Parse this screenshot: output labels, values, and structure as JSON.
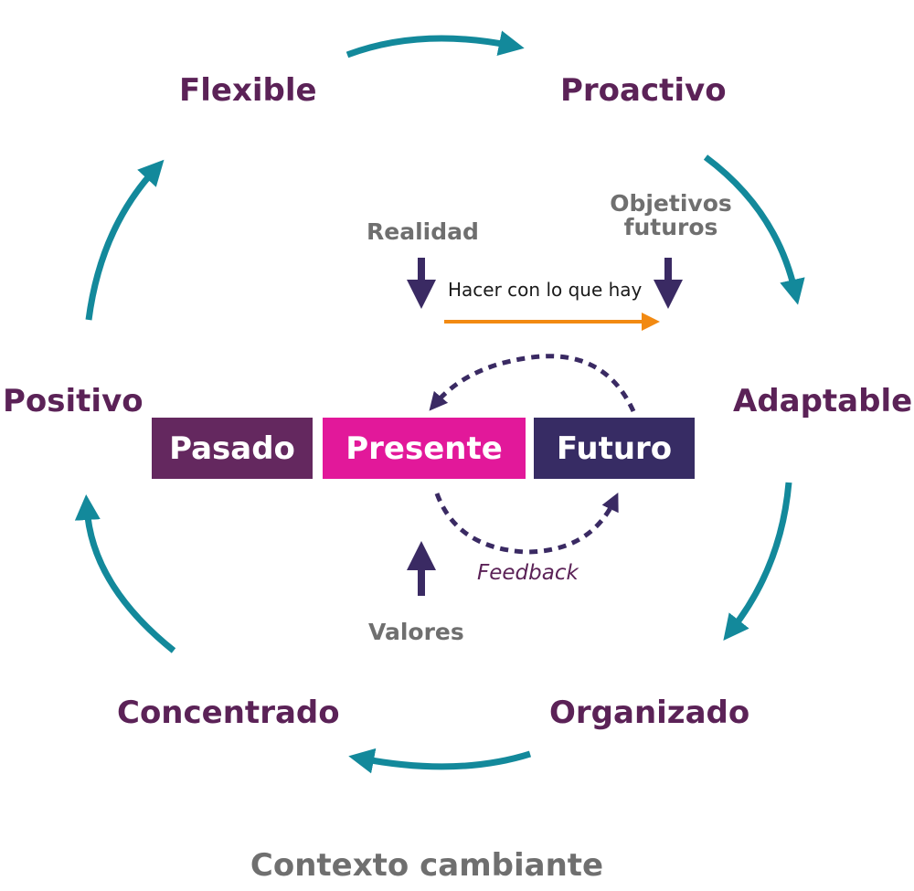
{
  "colors": {
    "ring_text": "#5b2257",
    "cycle_arrow": "#13899b",
    "grey_text": "#6f6f6f",
    "navy_arrow": "#3a2a63",
    "orange_arrow": "#f28a12",
    "pasado_bg": "#64285f",
    "presente_bg": "#e2189a",
    "futuro_bg": "#372c64",
    "feedback_text": "#5b2257"
  },
  "ring": {
    "flexible": "Flexible",
    "proactivo": "Proactivo",
    "adaptable": "Adaptable",
    "organizado": "Organizado",
    "concentrado": "Concentrado",
    "positivo": "Positivo"
  },
  "inputs": {
    "realidad": "Realidad",
    "objetivos": "Objetivos futuros",
    "valores": "Valores"
  },
  "timeline": {
    "pasado": "Pasado",
    "presente": "Presente",
    "futuro": "Futuro"
  },
  "hacer": "Hacer con lo que hay",
  "feedback": "Feedback",
  "footer": "Contexto cambiante"
}
